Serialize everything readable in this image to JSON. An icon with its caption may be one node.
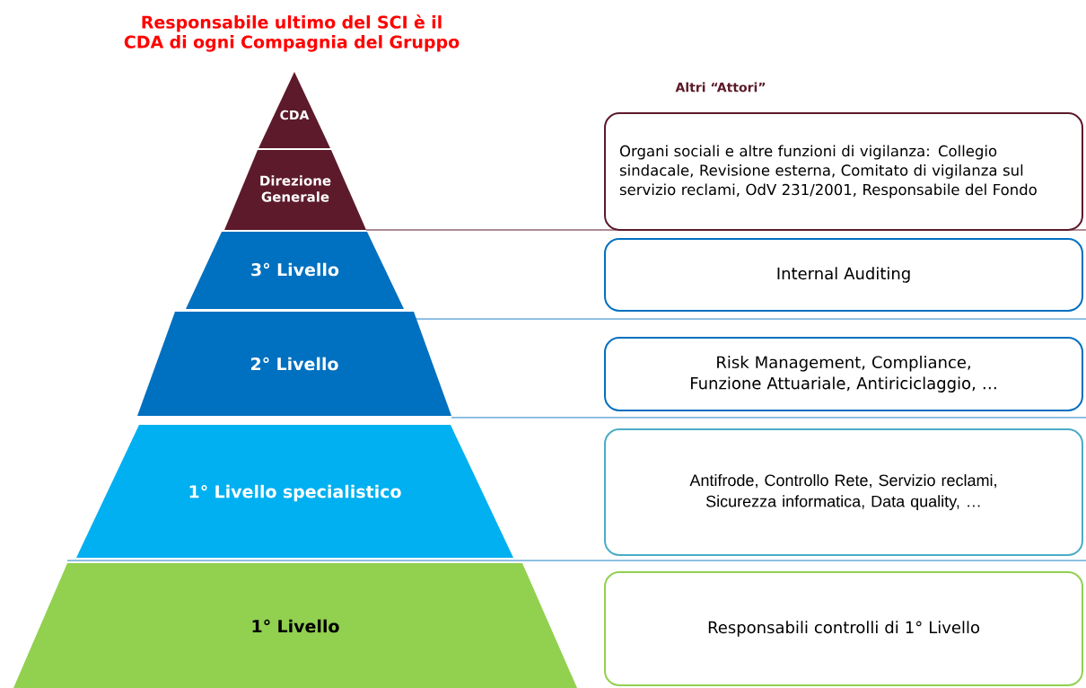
{
  "diagram": {
    "title": "Responsabile ultimo del SCI è il CDA di ogni Compagnia del Gruppo",
    "nodes": [
      {
        "text": [
          "CDA"
        ]
      },
      {
        "text": [
          "Direzione Generale"
        ]
      },
      {
        "text": [
          "3° Livello"
        ]
      },
      {
        "text": [
          "2° Livello"
        ]
      },
      {
        "text": [
          "1° Livello specialistico"
        ]
      },
      {
        "text": [
          "1° Livello"
        ]
      },
      {
        "text": [
          "Organi sociali e altre funzioni di vigilanza: Collegio sindacale, Revisione esterna, Comitato di vigilanza sul servizio reclami, OdV 231/2001, Responsabile del Fondo"
        ]
      },
      {
        "text": [
          "Internal Auditing"
        ]
      },
      {
        "text": [
          "Risk Management, Compliance, Funzione Attuariale, Antiriciclaggio, …"
        ]
      },
      {
        "text": [
          "Antifrode, Controllo Rete, Servizio reclami, Sicurezza informatica, Data quality, …"
        ]
      },
      {
        "text": [
          "Responsabili controlli di 1° Livello"
        ]
      }
    ],
    "labels": [
      "Altri “Attori”"
    ]
  }
}
